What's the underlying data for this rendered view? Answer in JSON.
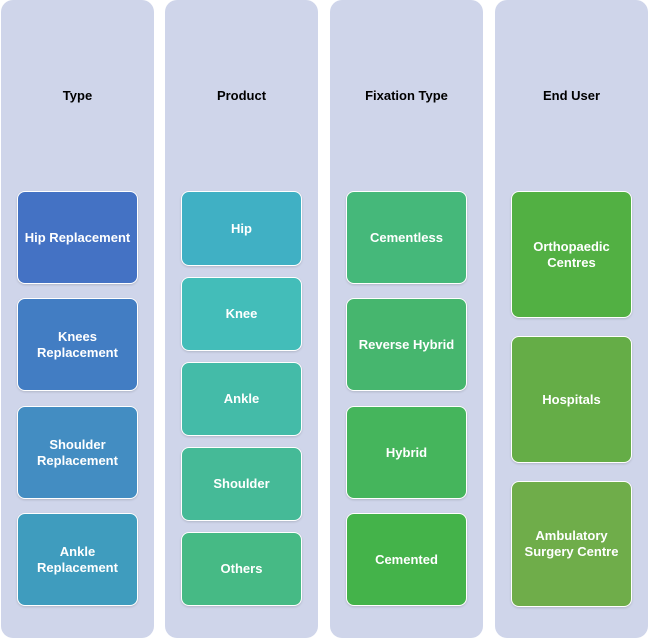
{
  "columns": [
    {
      "title": "Type",
      "items": [
        {
          "label": "Hip Replacement",
          "color": "#4472c4"
        },
        {
          "label": "Knees\nReplacement",
          "color": "#427dc3"
        },
        {
          "label": "Shoulder\nReplacement",
          "color": "#438dc2"
        },
        {
          "label": "Ankle\nReplacement",
          "color": "#3f9cbe"
        }
      ]
    },
    {
      "title": "Product",
      "items": [
        {
          "label": "Hip",
          "color": "#40b0c4"
        },
        {
          "label": "Knee",
          "color": "#43bdb9"
        },
        {
          "label": "Ankle",
          "color": "#44bba8"
        },
        {
          "label": "Shoulder",
          "color": "#45ba97"
        },
        {
          "label": "Others",
          "color": "#46ba85"
        }
      ]
    },
    {
      "title": "Fixation Type",
      "items": [
        {
          "label": "Cementless",
          "color": "#45b87a"
        },
        {
          "label": "Reverse Hybrid",
          "color": "#46b66e"
        },
        {
          "label": "Hybrid",
          "color": "#45b55c"
        },
        {
          "label": "Cemented",
          "color": "#44b34a"
        }
      ]
    },
    {
      "title": "End User",
      "items": [
        {
          "label": "Orthopaedic\nCentres",
          "color": "#52b043"
        },
        {
          "label": "Hospitals",
          "color": "#65ad47"
        },
        {
          "label": "Ambulatory\nSurgery Centre",
          "color": "#6fad4a"
        }
      ]
    }
  ]
}
